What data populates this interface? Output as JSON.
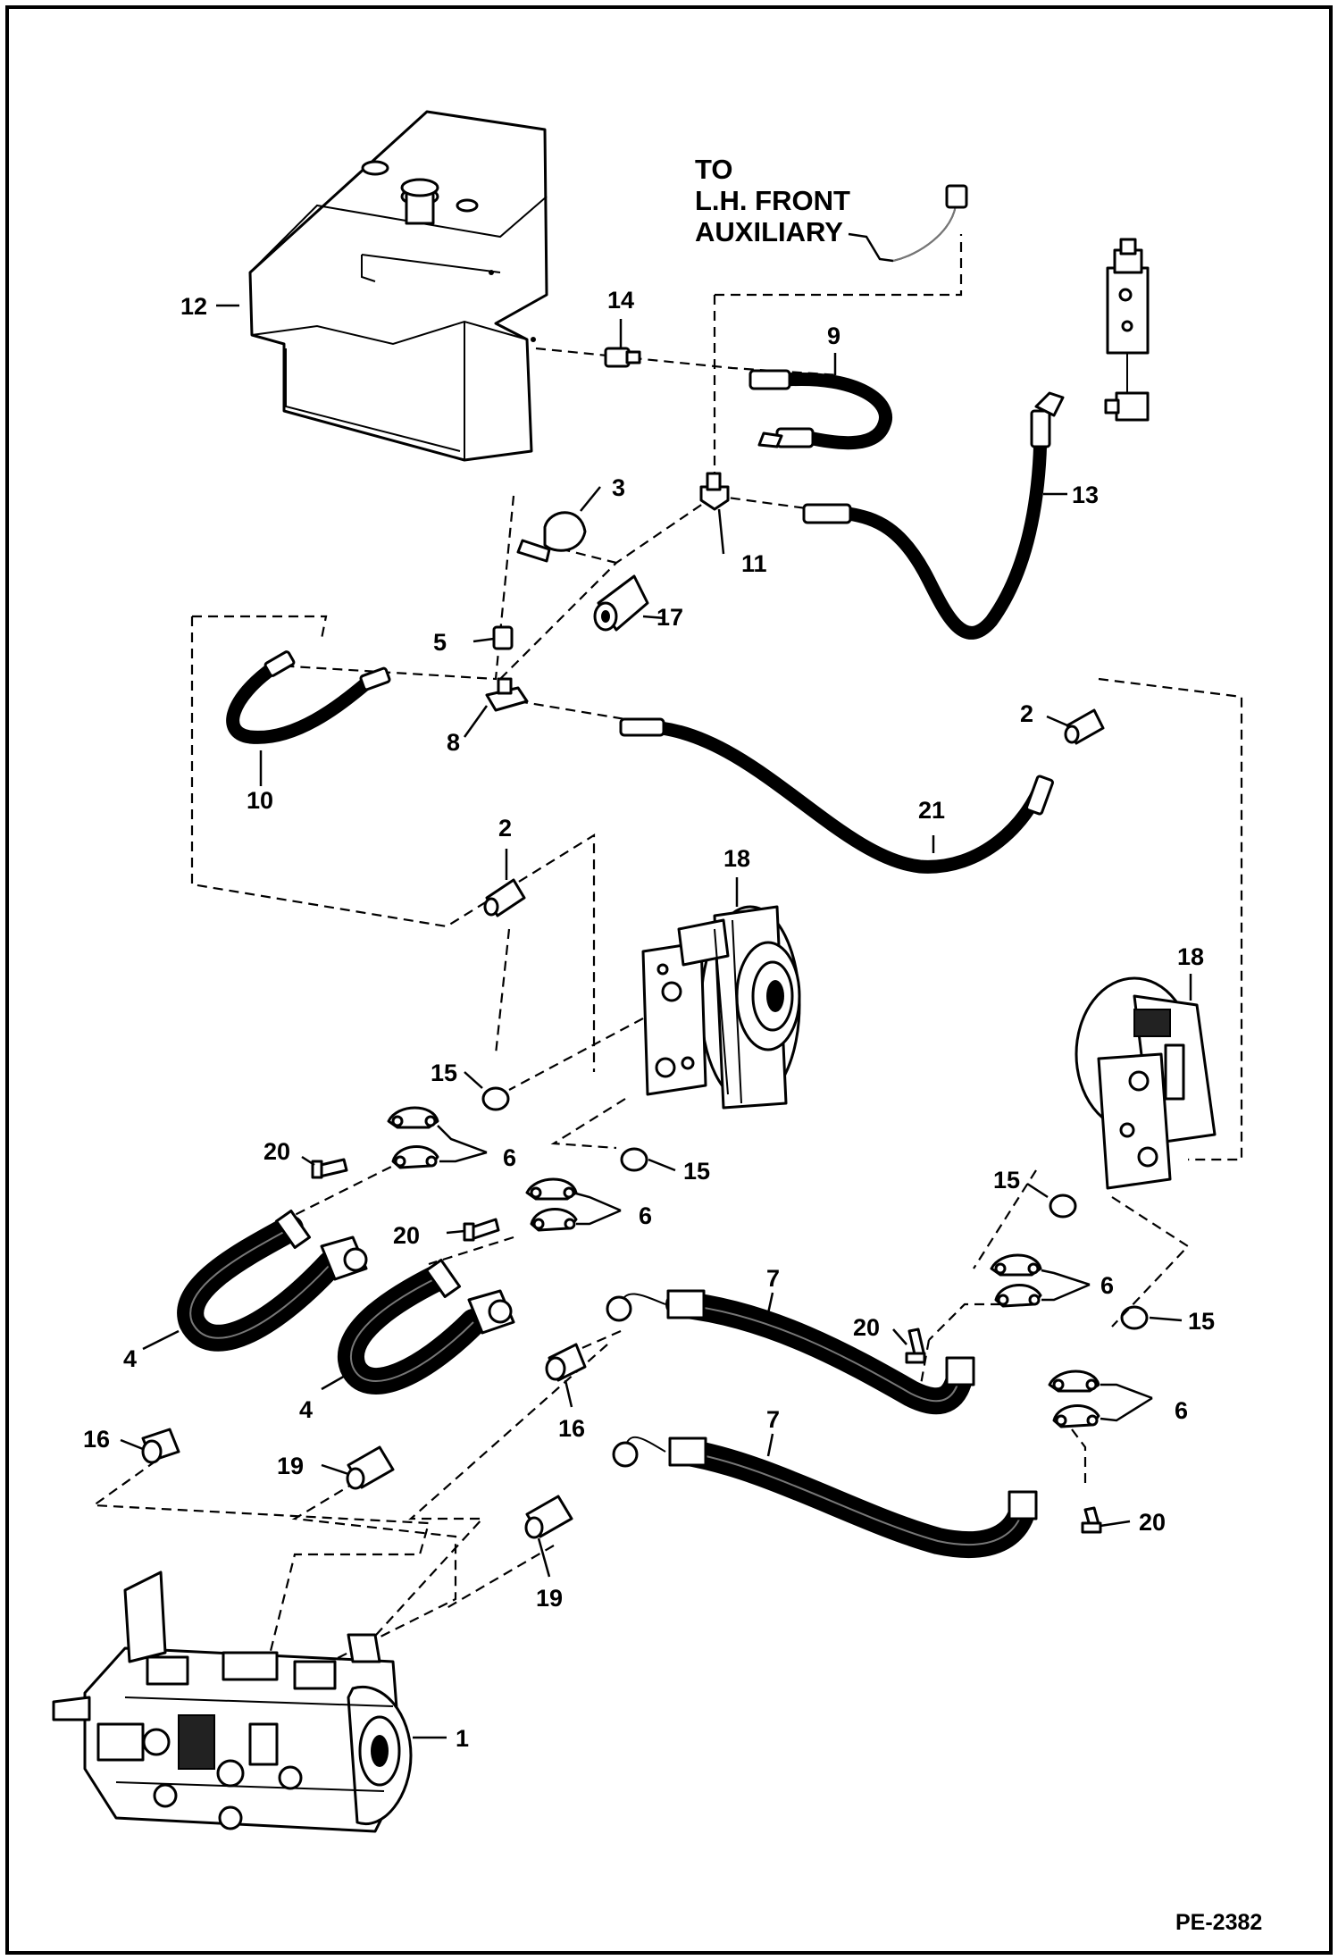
{
  "diagram": {
    "note_lines": [
      "TO",
      "L.H. FRONT",
      "AUXILIARY"
    ],
    "drawing_code": "PE-2382",
    "callouts": [
      "12",
      "14",
      "9",
      "13",
      "3",
      "11",
      "17",
      "5",
      "8",
      "10",
      "2",
      "21",
      "2",
      "18",
      "18",
      "15",
      "15",
      "15",
      "15",
      "20",
      "20",
      "20",
      "20",
      "6",
      "6",
      "6",
      "6",
      "4",
      "4",
      "7",
      "7",
      "16",
      "16",
      "19",
      "19",
      "1"
    ]
  }
}
